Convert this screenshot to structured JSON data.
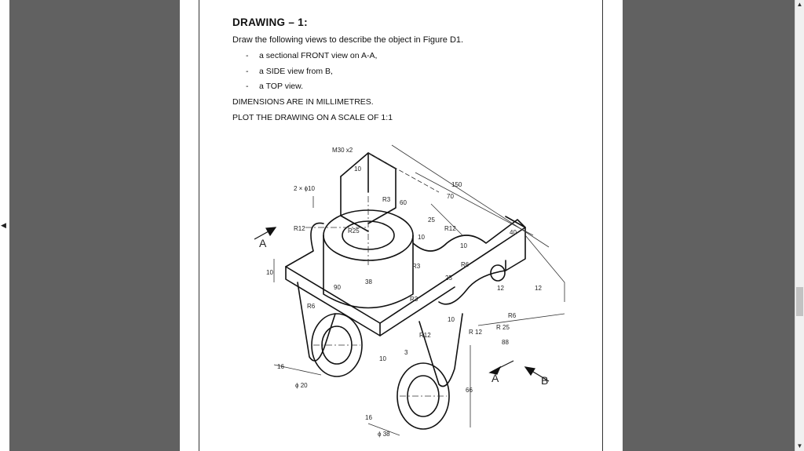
{
  "document": {
    "heading": "DRAWING – 1:",
    "intro": "Draw the following views to describe the object in Figure D1.",
    "bullets": [
      "a sectional FRONT view on A-A,",
      "a SIDE view from B,",
      "a TOP view."
    ],
    "dimensions_note": "DIMENSIONS ARE IN MILLIMETRES.",
    "scale_note": "PLOT THE DRAWING ON A SCALE OF 1:1"
  },
  "figure": {
    "labels": {
      "m30": "M30 x2",
      "holes": "2 × ϕ10",
      "r12_left": "R12",
      "r25": "R25",
      "r3_top": "R3",
      "d10_top": "10",
      "d60": "60",
      "d150": "150",
      "d70": "70",
      "d25_top": "25",
      "r12_mid": "R12",
      "d10_mid": "10",
      "d40": "40",
      "d10_mid2": "10",
      "r6_right": "R6",
      "r3_mid": "R3",
      "d12_right": "12",
      "d12_vert": "12",
      "d25_vert": "25",
      "d38": "38",
      "d90": "90",
      "d10_left": "10",
      "r3_low": "R3",
      "r6_left": "R6",
      "d10_low": "10",
      "r12_low": "R12",
      "r6_low": "R6",
      "r12_low2": "R 12",
      "r25_low": "R 25",
      "d88": "88",
      "d16_left": "16",
      "d20": "ϕ 20",
      "d10_foot": "10",
      "d3": "3",
      "d66": "66",
      "d16_bottom": "16",
      "d38_bottom": "ϕ 38",
      "section_a_left": "A",
      "section_a_right": "A",
      "view_b": "B"
    }
  }
}
